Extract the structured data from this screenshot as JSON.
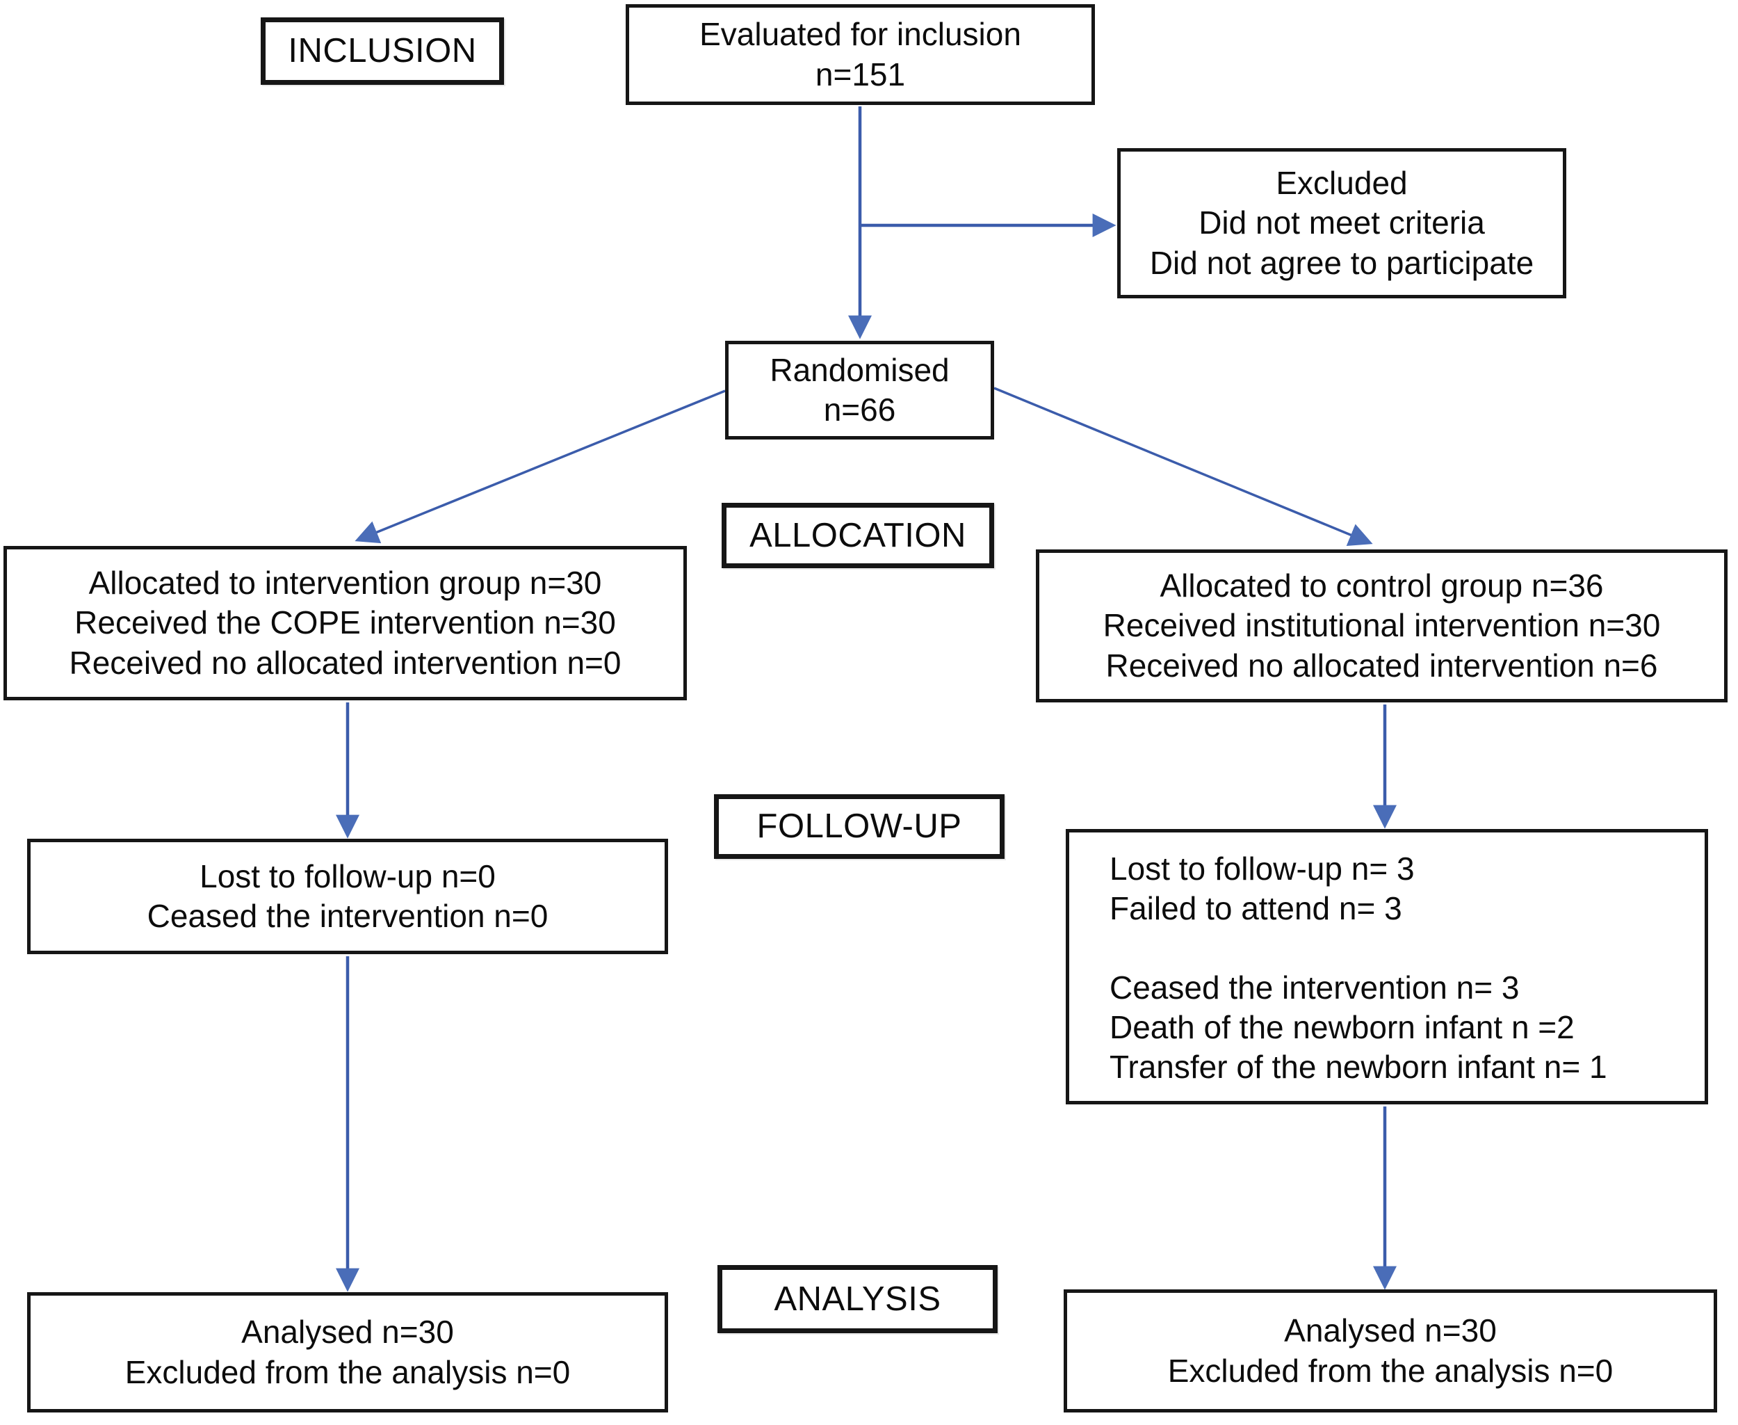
{
  "diagram": {
    "stage_labels": {
      "inclusion": "INCLUSION",
      "allocation": "ALLOCATION",
      "followup": "FOLLOW-UP",
      "analysis": "ANALYSIS"
    },
    "boxes": {
      "evaluated": {
        "lines": [
          "Evaluated for inclusion",
          "n=151"
        ]
      },
      "excluded": {
        "lines": [
          "Excluded",
          "Did not meet criteria",
          "Did not agree to participate"
        ]
      },
      "randomised": {
        "lines": [
          "Randomised",
          "n=66"
        ]
      },
      "allocation_intervention": {
        "lines": [
          "Allocated to intervention group n=30",
          "Received the COPE intervention n=30",
          "Received no allocated intervention n=0"
        ]
      },
      "allocation_control": {
        "lines": [
          "Allocated to control group n=36",
          "Received institutional intervention n=30",
          "Received no allocated intervention n=6"
        ]
      },
      "followup_intervention": {
        "lines": [
          "Lost to follow-up n=0",
          "Ceased the intervention n=0"
        ]
      },
      "followup_control": {
        "lines": [
          "Lost to follow-up n= 3",
          "Failed to attend n= 3",
          "",
          "Ceased the intervention n= 3",
          "Death of the newborn infant n =2",
          "Transfer of the newborn infant n= 1"
        ]
      },
      "analysis_intervention": {
        "lines": [
          "Analysed n=30",
          "Excluded from the analysis n=0"
        ]
      },
      "analysis_control": {
        "lines": [
          "Analysed n=30",
          "Excluded from the analysis n=0"
        ]
      }
    },
    "colors": {
      "arrow_line": "#3b5cab",
      "arrow_head": "#4a6db8",
      "box_border": "#161616",
      "text": "#0c0c0c"
    }
  }
}
